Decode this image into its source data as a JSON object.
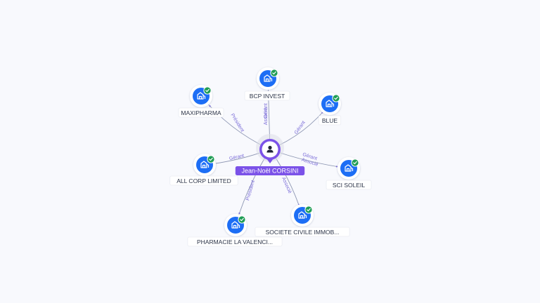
{
  "center": {
    "name": "Jean-Noël CORSINI",
    "icon": "person-icon",
    "color": "#7b52e8"
  },
  "companies": [
    {
      "id": "bcp-invest",
      "name": "BCP INVEST",
      "relations": [
        "Gérant",
        "Associé"
      ],
      "icon": "building-icon",
      "verified": true
    },
    {
      "id": "maxipharma",
      "name": "MAXIPHARMA",
      "relations": [
        "Président"
      ],
      "icon": "building-icon",
      "verified": true
    },
    {
      "id": "blue",
      "name": "BLUE",
      "relations": [
        "Gérant"
      ],
      "icon": "building-icon",
      "verified": true
    },
    {
      "id": "all-corp-limited",
      "name": "ALL CORP LIMITED",
      "relations": [
        "Gérant"
      ],
      "icon": "building-icon",
      "verified": true
    },
    {
      "id": "sci-soleil",
      "name": "SCI SOLEIL",
      "relations": [
        "Gérant",
        "Associé"
      ],
      "icon": "building-icon",
      "verified": true
    },
    {
      "id": "pharmacie-la-valenci",
      "name": "PHARMACIE LA VALENCI...",
      "relations": [
        "Président"
      ],
      "icon": "building-icon",
      "verified": true
    },
    {
      "id": "societe-civile-immob",
      "name": "SOCIETE CIVILE IMMOB...",
      "relations": [
        "Associé"
      ],
      "icon": "building-icon",
      "verified": true
    }
  ],
  "colors": {
    "company_node": "#1d6ef5",
    "verified_badge": "#1f9d55",
    "edge": "#8e97b3",
    "edge_label": "#7a6cd8",
    "background": "#f8f9fd"
  }
}
